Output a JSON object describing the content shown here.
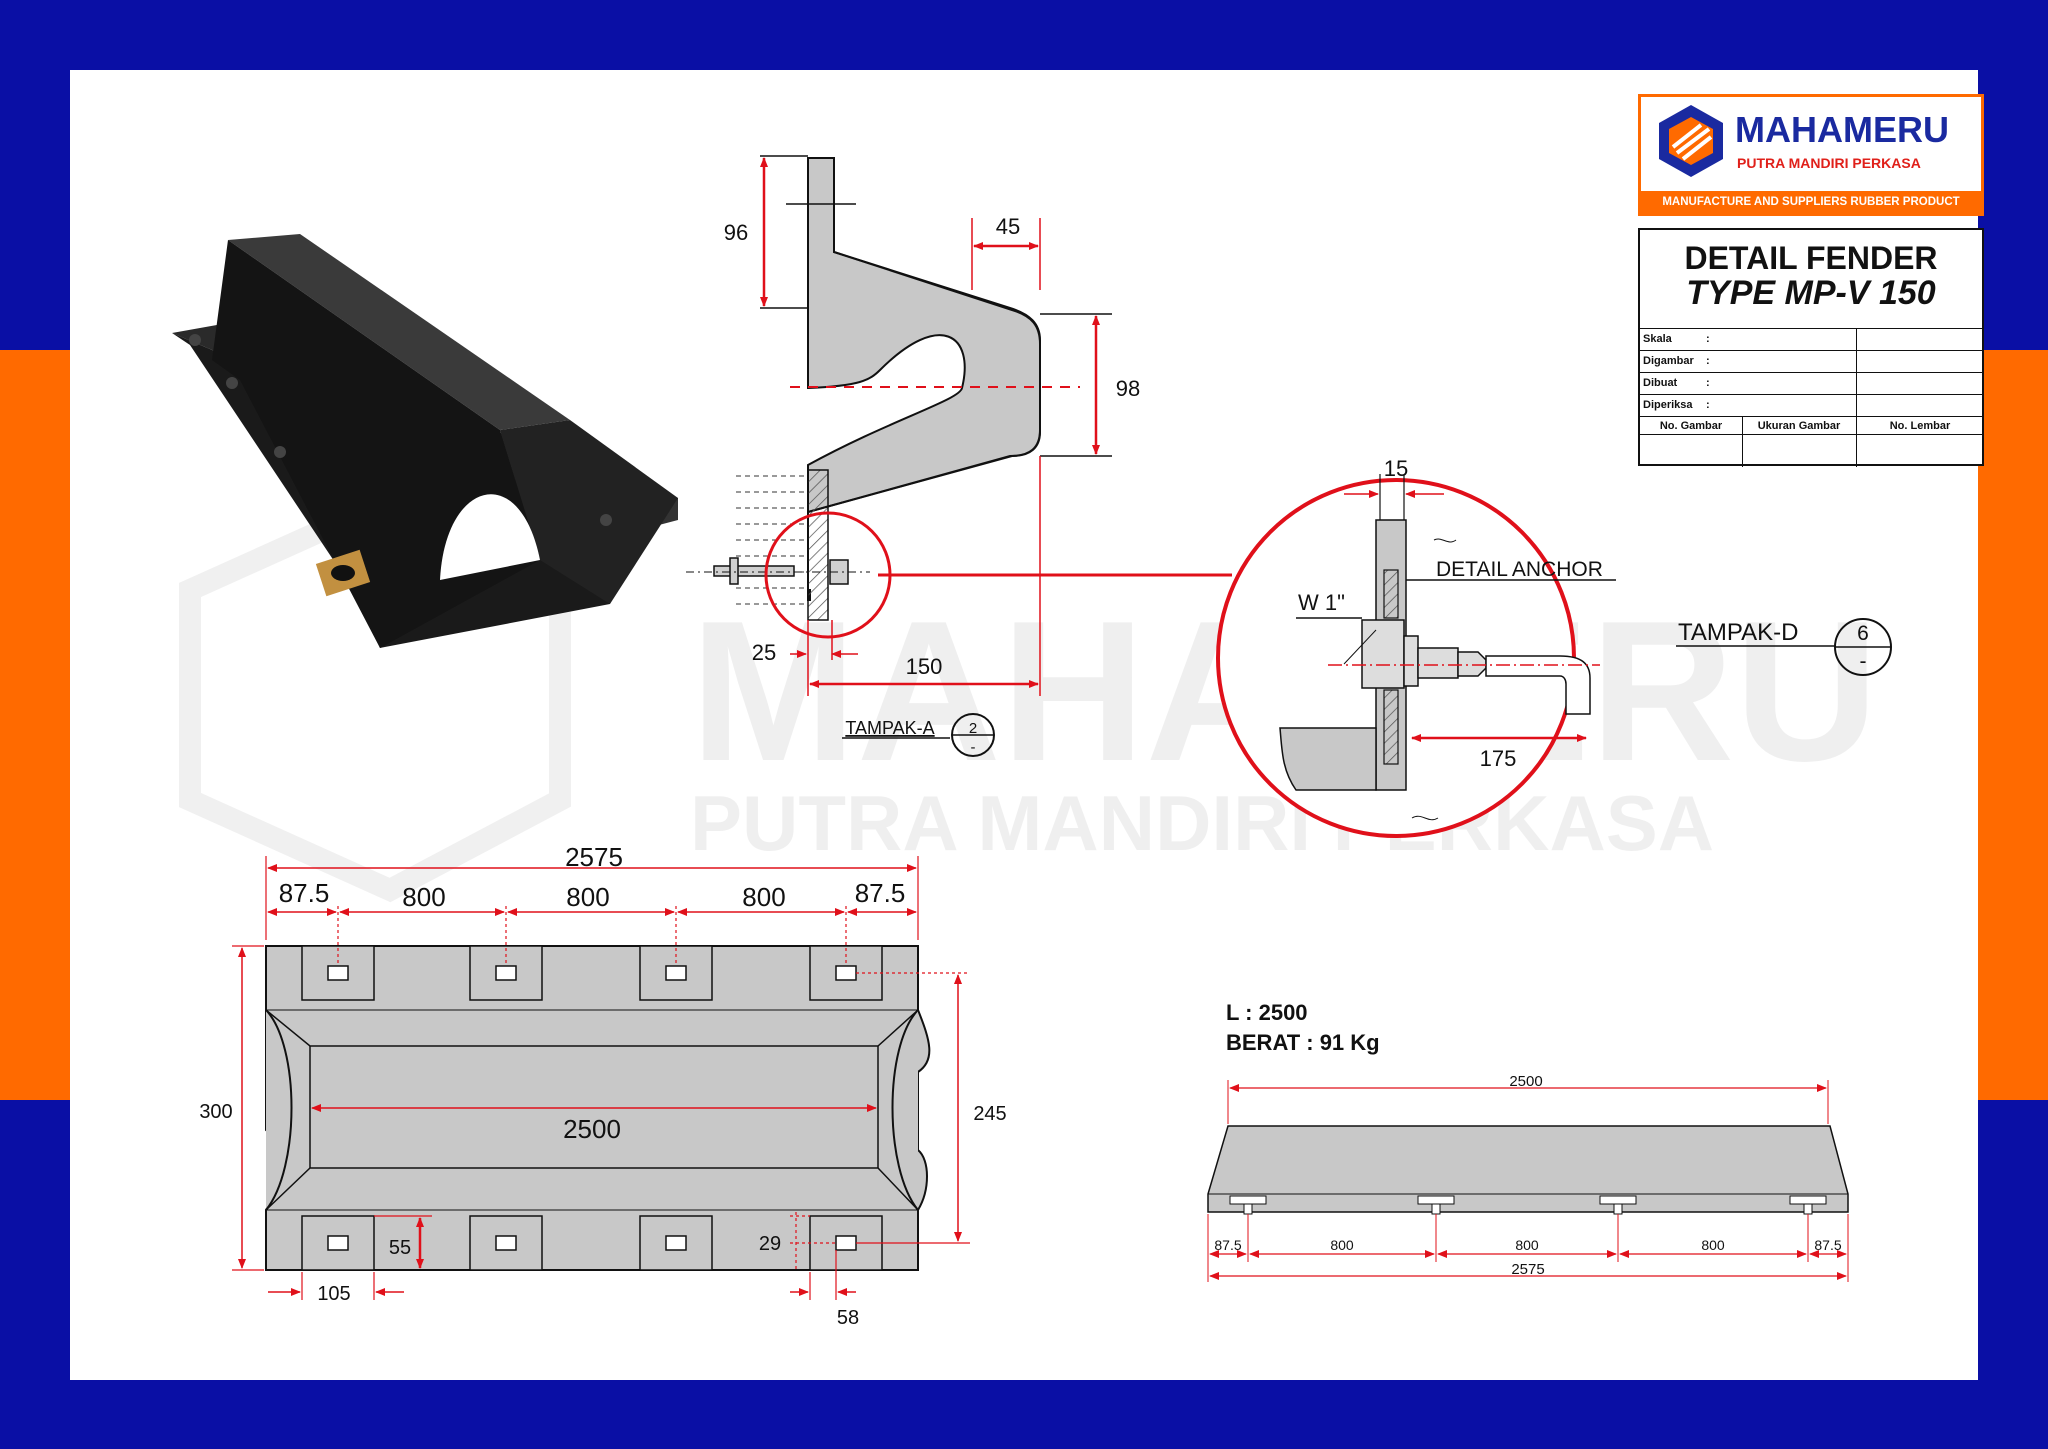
{
  "brand": {
    "name": "MAHAMERU",
    "subtitle": "PUTRA MANDIRI PERKASA",
    "tagline": "MANUFACTURE AND SUPPLIERS RUBBER PRODUCT",
    "watermark_name": "MAHAMERU",
    "watermark_sub": "PUTRA MANDIRI PERKASA"
  },
  "title_block": {
    "title_line1": "DETAIL FENDER",
    "title_line2": "TYPE MP-V 150",
    "rows": [
      {
        "key": "Skala",
        "colon": ":"
      },
      {
        "key": "Digambar",
        "colon": ":"
      },
      {
        "key": "Dibuat",
        "colon": ":"
      },
      {
        "key": "Diperiksa",
        "colon": ":"
      }
    ],
    "headers": [
      "No. Gambar",
      "Ukuran Gambar",
      "No. Lembar"
    ]
  },
  "section_view": {
    "dim_height_top": "96",
    "dim_top_width": "45",
    "dim_arch": "98",
    "dim_base_offset": "25",
    "dim_total_width": "150",
    "view_label": "TAMPAK-A",
    "view_num": "2",
    "view_sheet": "-"
  },
  "anchor_detail": {
    "dim_plate": "15",
    "label": "DETAIL ANCHOR",
    "bolt": "W 1\"",
    "dim_anchor": "175",
    "view_label": "TAMPAK-D",
    "view_num": "6",
    "view_sheet": "-"
  },
  "plan_view": {
    "dim_total": "2575",
    "dim_end_left": "87.5",
    "dim_spacing_1": "800",
    "dim_spacing_2": "800",
    "dim_spacing_3": "800",
    "dim_end_right": "87.5",
    "dim_height": "300",
    "dim_inner": "2500",
    "dim_right_height": "245",
    "dim_pad_h": "55",
    "dim_pad_w": "105",
    "dim_hole_offset_y": "29",
    "dim_hole_offset_x": "58"
  },
  "specs": {
    "length": "L : 2500",
    "weight": "BERAT : 91 Kg"
  },
  "side_view": {
    "dim_top": "2500",
    "dim_end_left": "87.5",
    "dim_spacing_1": "800",
    "dim_spacing_2": "800",
    "dim_spacing_3": "800",
    "dim_end_right": "87.5",
    "dim_total": "2575"
  },
  "colors": {
    "frame_blue": "#0a0fa5",
    "frame_orange": "#ff6a00",
    "dimension_red": "#e0101a",
    "part_gray": "#c8c8c8"
  }
}
